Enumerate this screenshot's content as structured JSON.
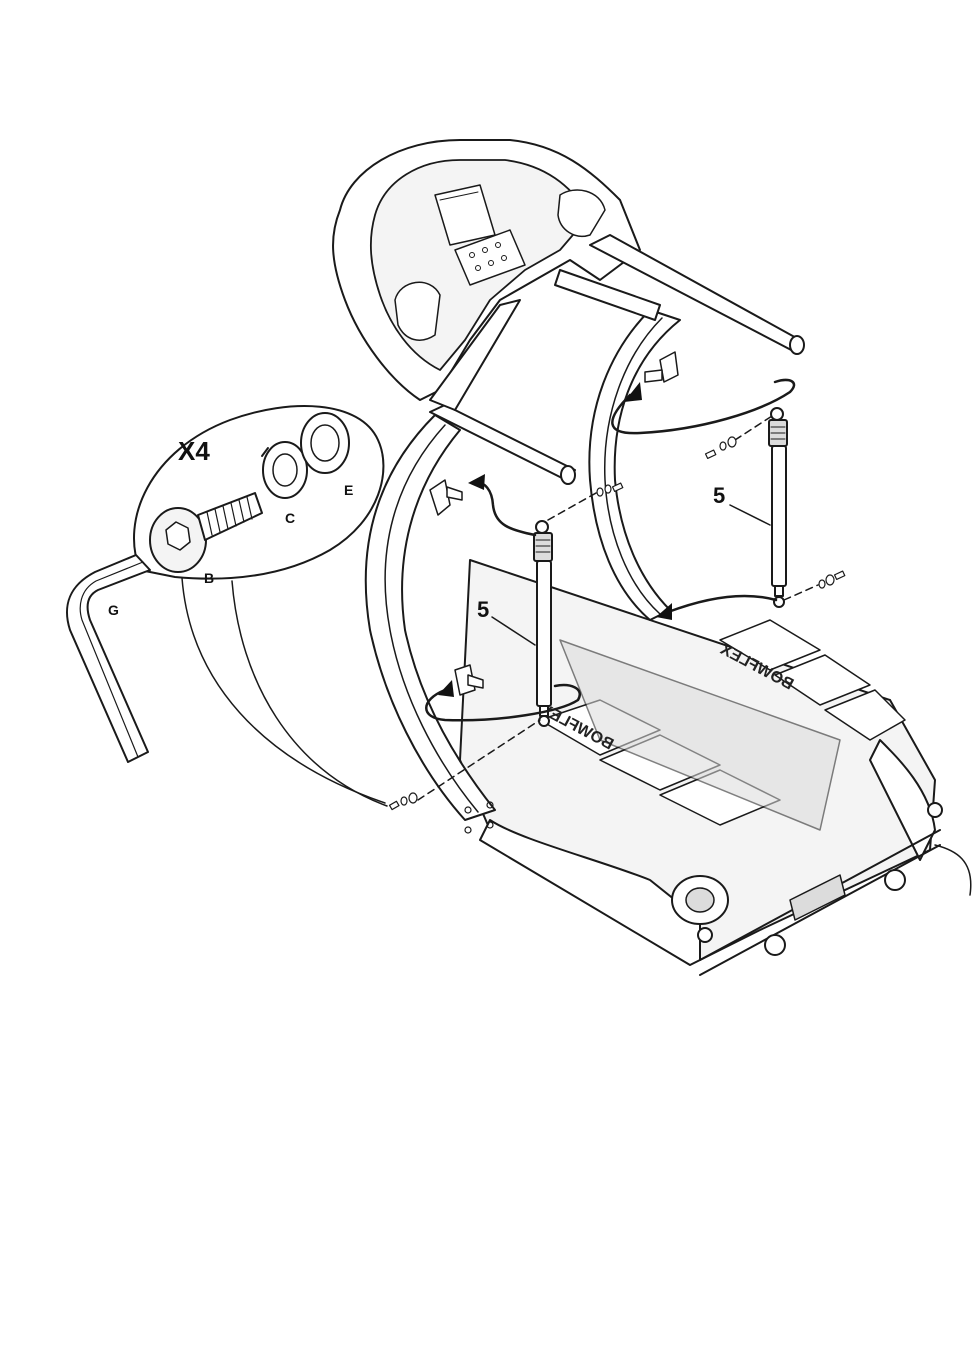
{
  "callout": {
    "quantity": "X4",
    "parts": [
      {
        "id": "bolt",
        "letter": "B"
      },
      {
        "id": "lock-washer",
        "letter": "C"
      },
      {
        "id": "flat-washer",
        "letter": "E"
      },
      {
        "id": "hex-key",
        "letter": "G"
      }
    ]
  },
  "cylinder_label_front": "5",
  "cylinder_label_rear": "5",
  "brand_text_1": "BOWFLEX",
  "brand_text_2": "BOWFLEX"
}
